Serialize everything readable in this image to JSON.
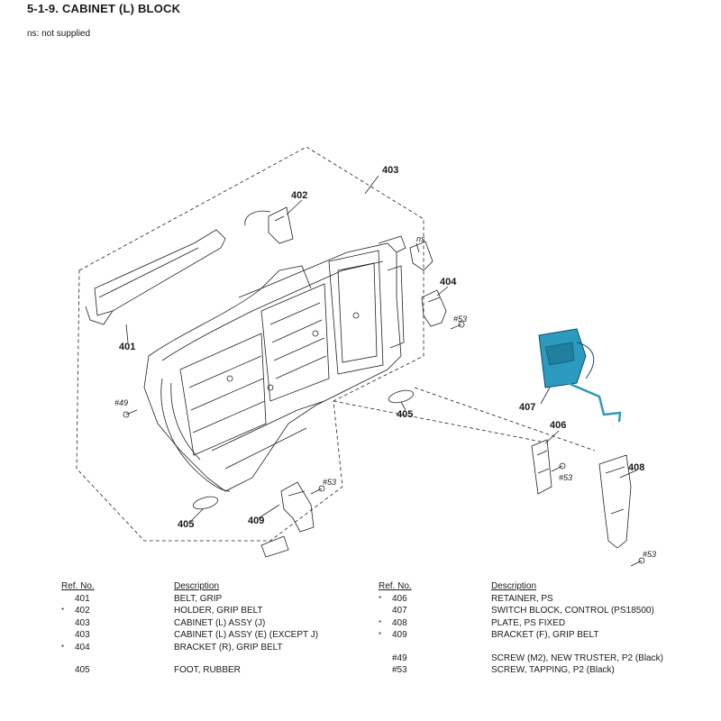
{
  "header": {
    "title": "5-1-9.   CABINET (L)  BLOCK",
    "note": "ns: not supplied"
  },
  "diagram": {
    "callouts": [
      "403",
      "402",
      "404",
      "401",
      "405",
      "405",
      "409",
      "407",
      "406",
      "408"
    ],
    "screws": [
      "#53",
      "#49",
      "#53",
      "#53",
      "#53"
    ],
    "not_supplied_label": "ns",
    "highlight_color": "#2a9bbf"
  },
  "table": {
    "headers": {
      "ref": "Ref. No.",
      "desc": "Description"
    },
    "left": [
      {
        "mark": "",
        "ref": "401",
        "desc": "BELT, GRIP"
      },
      {
        "mark": "*",
        "ref": "402",
        "desc": "HOLDER, GRIP BELT"
      },
      {
        "mark": "",
        "ref": "403",
        "desc": "CABINET (L) ASSY (J)"
      },
      {
        "mark": "",
        "ref": "403",
        "desc": "CABINET (L) ASSY (E) (EXCEPT J)"
      },
      {
        "mark": "*",
        "ref": "404",
        "desc": "BRACKET (R), GRIP BELT"
      },
      {
        "mark": "",
        "ref": "405",
        "desc": "FOOT, RUBBER"
      }
    ],
    "right": [
      {
        "mark": "*",
        "ref": "406",
        "desc": "RETAINER, PS"
      },
      {
        "mark": "",
        "ref": "407",
        "desc": "SWITCH BLOCK, CONTROL (PS18500)"
      },
      {
        "mark": "*",
        "ref": "408",
        "desc": "PLATE, PS FIXED"
      },
      {
        "mark": "*",
        "ref": "409",
        "desc": "BRACKET (F), GRIP BELT"
      },
      {
        "mark": "",
        "ref": "#49",
        "desc": "SCREW (M2), NEW TRUSTER, P2 (Black)"
      },
      {
        "mark": "",
        "ref": "#53",
        "desc": "SCREW, TAPPING, P2 (Black)"
      }
    ]
  }
}
